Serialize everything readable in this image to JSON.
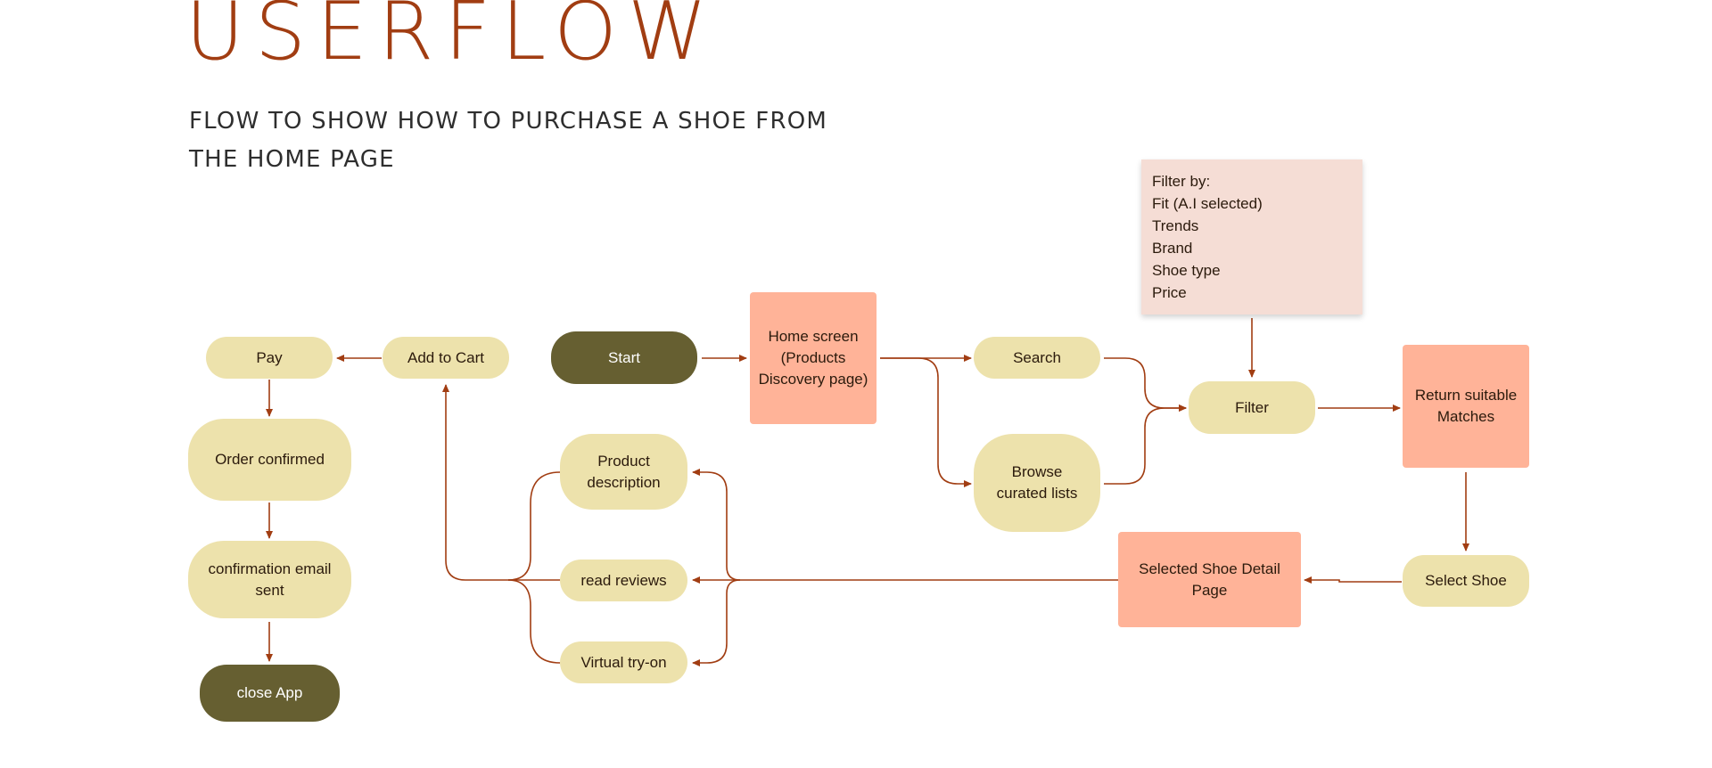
{
  "header": {
    "title": "USERFLOW",
    "subtitle": "FLOW TO SHOW HOW TO PURCHASE A SHOE FROM THE HOME PAGE"
  },
  "nodes": {
    "start": "Start",
    "home_screen": "Home screen (Products Discovery page)",
    "search": "Search",
    "browse_curated_lists": "Browse curated lists",
    "filter": "Filter",
    "return_suitable_matches": "Return suitable Matches",
    "select_shoe": "Select Shoe",
    "selected_shoe_detail_page": "Selected Shoe Detail Page",
    "product_description": "Product description",
    "read_reviews": "read reviews",
    "virtual_try_on": "Virtual try-on",
    "add_to_cart": "Add to Cart",
    "pay": "Pay",
    "order_confirmed": "Order confirmed",
    "confirmation_email_sent": "confirmation email sent",
    "close_app": "close App"
  },
  "filter_note": {
    "heading": "Filter by:",
    "items": [
      "Fit (A.I selected)",
      "Trends",
      "Brand",
      "Shoe type",
      "Price"
    ]
  },
  "colors": {
    "accent": "#a13d12",
    "pill": "#ede2ac",
    "dark_pill": "#665f31",
    "salmon_box": "#ffb398",
    "note_bg": "#f5ddd5"
  }
}
